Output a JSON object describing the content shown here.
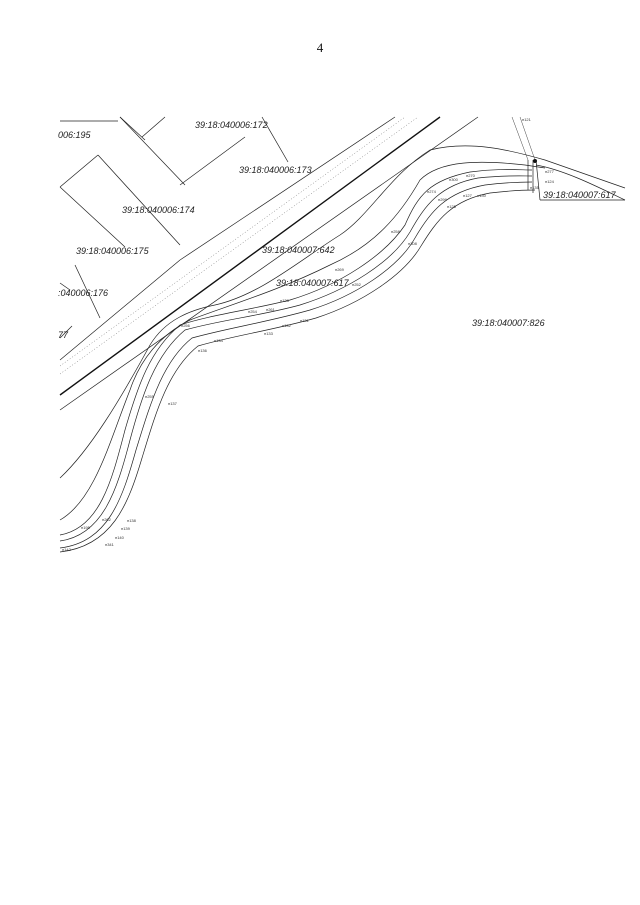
{
  "page": {
    "number": "4"
  },
  "parcels": {
    "p195": "006:195",
    "p172": "39:18:040006:172",
    "p173": "39:18:040006:173",
    "p174": "39:18:040006:174",
    "p175": "39:18:040006:175",
    "p176": ":040006:176",
    "p77": "77",
    "p642": "39:18:040007:642",
    "p617a": "39:18:040007:617",
    "p617b": "39:18:040007:617",
    "p826": "39:18:040007:826"
  },
  "points": {
    "n121": "н121",
    "n277": "н277",
    "n124": "н124",
    "n135": "н135",
    "n130": "н130",
    "n127": "н127",
    "n300": "н300",
    "n270": "н270",
    "n274": "н274",
    "n299": "н299",
    "n125": "н125",
    "n258": "н258",
    "n308": "н308",
    "n269": "н269",
    "n252": "н252",
    "n131": "н131",
    "n128": "н128",
    "n132": "н132",
    "n261": "н261",
    "n133": "н133",
    "n254": "н254",
    "n134": "н134",
    "n136": "н136",
    "n256": "н256",
    "n137": "н137",
    "n255": "н255",
    "n195": "н195",
    "n138": "н138",
    "n262": "н262",
    "n139": "н139",
    "n140": "н140",
    "n341": "н341",
    "n142": "н142"
  }
}
